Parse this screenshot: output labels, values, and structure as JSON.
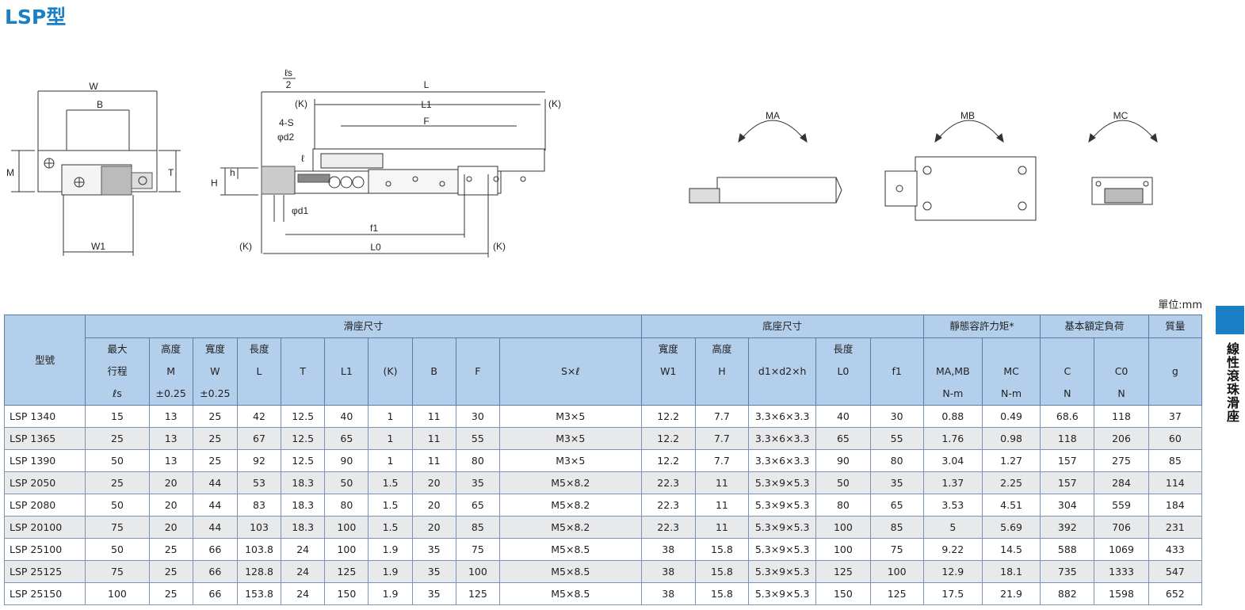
{
  "title": "LSP型",
  "unit_label": "單位:mm",
  "side_label": "線性滾珠滑座",
  "drawing": {
    "front": {
      "W": "W",
      "B": "B",
      "M": "M",
      "T": "T",
      "W1": "W1"
    },
    "side": {
      "ls": "ℓs",
      "two": "2",
      "L": "L",
      "K": "(K)",
      "L1": "L1",
      "F": "F",
      "S": "4-S",
      "d2": "φd2",
      "l": "ℓ",
      "h": "h",
      "H": "H",
      "d1": "φd1",
      "f1": "f1",
      "L0": "L0"
    },
    "moments": {
      "MA": "MA",
      "MB": "MB",
      "MC": "MC"
    }
  },
  "table": {
    "group_headers": {
      "model": "型號",
      "slide": "滑座尺寸",
      "base": "底座尺寸",
      "moment": "靜態容許力矩*",
      "load": "基本額定負荷",
      "mass": "質量"
    },
    "sub_headers": [
      {
        "l1": "最大",
        "l2": "行程",
        "l3": "ℓs"
      },
      {
        "l1": "高度",
        "l2": "M",
        "l3": "±0.25"
      },
      {
        "l1": "寬度",
        "l2": "W",
        "l3": "±0.25"
      },
      {
        "l1": "長度",
        "l2": "L",
        "l3": ""
      },
      {
        "l1": "",
        "l2": "T",
        "l3": ""
      },
      {
        "l1": "",
        "l2": "L1",
        "l3": ""
      },
      {
        "l1": "",
        "l2": "(K)",
        "l3": ""
      },
      {
        "l1": "",
        "l2": "B",
        "l3": ""
      },
      {
        "l1": "",
        "l2": "F",
        "l3": ""
      },
      {
        "l1": "",
        "l2": "S×ℓ",
        "l3": ""
      },
      {
        "l1": "寬度",
        "l2": "W1",
        "l3": ""
      },
      {
        "l1": "高度",
        "l2": "H",
        "l3": ""
      },
      {
        "l1": "",
        "l2": "d1×d2×h",
        "l3": ""
      },
      {
        "l1": "長度",
        "l2": "L0",
        "l3": ""
      },
      {
        "l1": "",
        "l2": "f1",
        "l3": ""
      },
      {
        "l1": "",
        "l2": "MA,MB",
        "l3": "N-m"
      },
      {
        "l1": "",
        "l2": "MC",
        "l3": "N-m"
      },
      {
        "l1": "",
        "l2": "C",
        "l3": "N"
      },
      {
        "l1": "",
        "l2": "C0",
        "l3": "N"
      }
    ],
    "mass_unit": "g",
    "rows": [
      [
        "LSP 1340",
        "15",
        "13",
        "25",
        "42",
        "12.5",
        "40",
        "1",
        "11",
        "30",
        "M3×5",
        "12.2",
        "7.7",
        "3.3×6×3.3",
        "40",
        "30",
        "0.88",
        "0.49",
        "68.6",
        "118",
        "37"
      ],
      [
        "LSP 1365",
        "25",
        "13",
        "25",
        "67",
        "12.5",
        "65",
        "1",
        "11",
        "55",
        "M3×5",
        "12.2",
        "7.7",
        "3.3×6×3.3",
        "65",
        "55",
        "1.76",
        "0.98",
        "118",
        "206",
        "60"
      ],
      [
        "LSP 1390",
        "50",
        "13",
        "25",
        "92",
        "12.5",
        "90",
        "1",
        "11",
        "80",
        "M3×5",
        "12.2",
        "7.7",
        "3.3×6×3.3",
        "90",
        "80",
        "3.04",
        "1.27",
        "157",
        "275",
        "85"
      ],
      [
        "LSP 2050",
        "25",
        "20",
        "44",
        "53",
        "18.3",
        "50",
        "1.5",
        "20",
        "35",
        "M5×8.2",
        "22.3",
        "11",
        "5.3×9×5.3",
        "50",
        "35",
        "1.37",
        "2.25",
        "157",
        "284",
        "114"
      ],
      [
        "LSP 2080",
        "50",
        "20",
        "44",
        "83",
        "18.3",
        "80",
        "1.5",
        "20",
        "65",
        "M5×8.2",
        "22.3",
        "11",
        "5.3×9×5.3",
        "80",
        "65",
        "3.53",
        "4.51",
        "304",
        "559",
        "184"
      ],
      [
        "LSP 20100",
        "75",
        "20",
        "44",
        "103",
        "18.3",
        "100",
        "1.5",
        "20",
        "85",
        "M5×8.2",
        "22.3",
        "11",
        "5.3×9×5.3",
        "100",
        "85",
        "5",
        "5.69",
        "392",
        "706",
        "231"
      ],
      [
        "LSP 25100",
        "50",
        "25",
        "66",
        "103.8",
        "24",
        "100",
        "1.9",
        "35",
        "75",
        "M5×8.5",
        "38",
        "15.8",
        "5.3×9×5.3",
        "100",
        "75",
        "9.22",
        "14.5",
        "588",
        "1069",
        "433"
      ],
      [
        "LSP 25125",
        "75",
        "25",
        "66",
        "128.8",
        "24",
        "125",
        "1.9",
        "35",
        "100",
        "M5×8.5",
        "38",
        "15.8",
        "5.3×9×5.3",
        "125",
        "100",
        "12.9",
        "18.1",
        "735",
        "1333",
        "547"
      ],
      [
        "LSP 25150",
        "100",
        "25",
        "66",
        "153.8",
        "24",
        "150",
        "1.9",
        "35",
        "125",
        "M5×8.5",
        "38",
        "15.8",
        "5.3×9×5.3",
        "150",
        "125",
        "17.5",
        "21.9",
        "882",
        "1598",
        "652"
      ]
    ]
  }
}
